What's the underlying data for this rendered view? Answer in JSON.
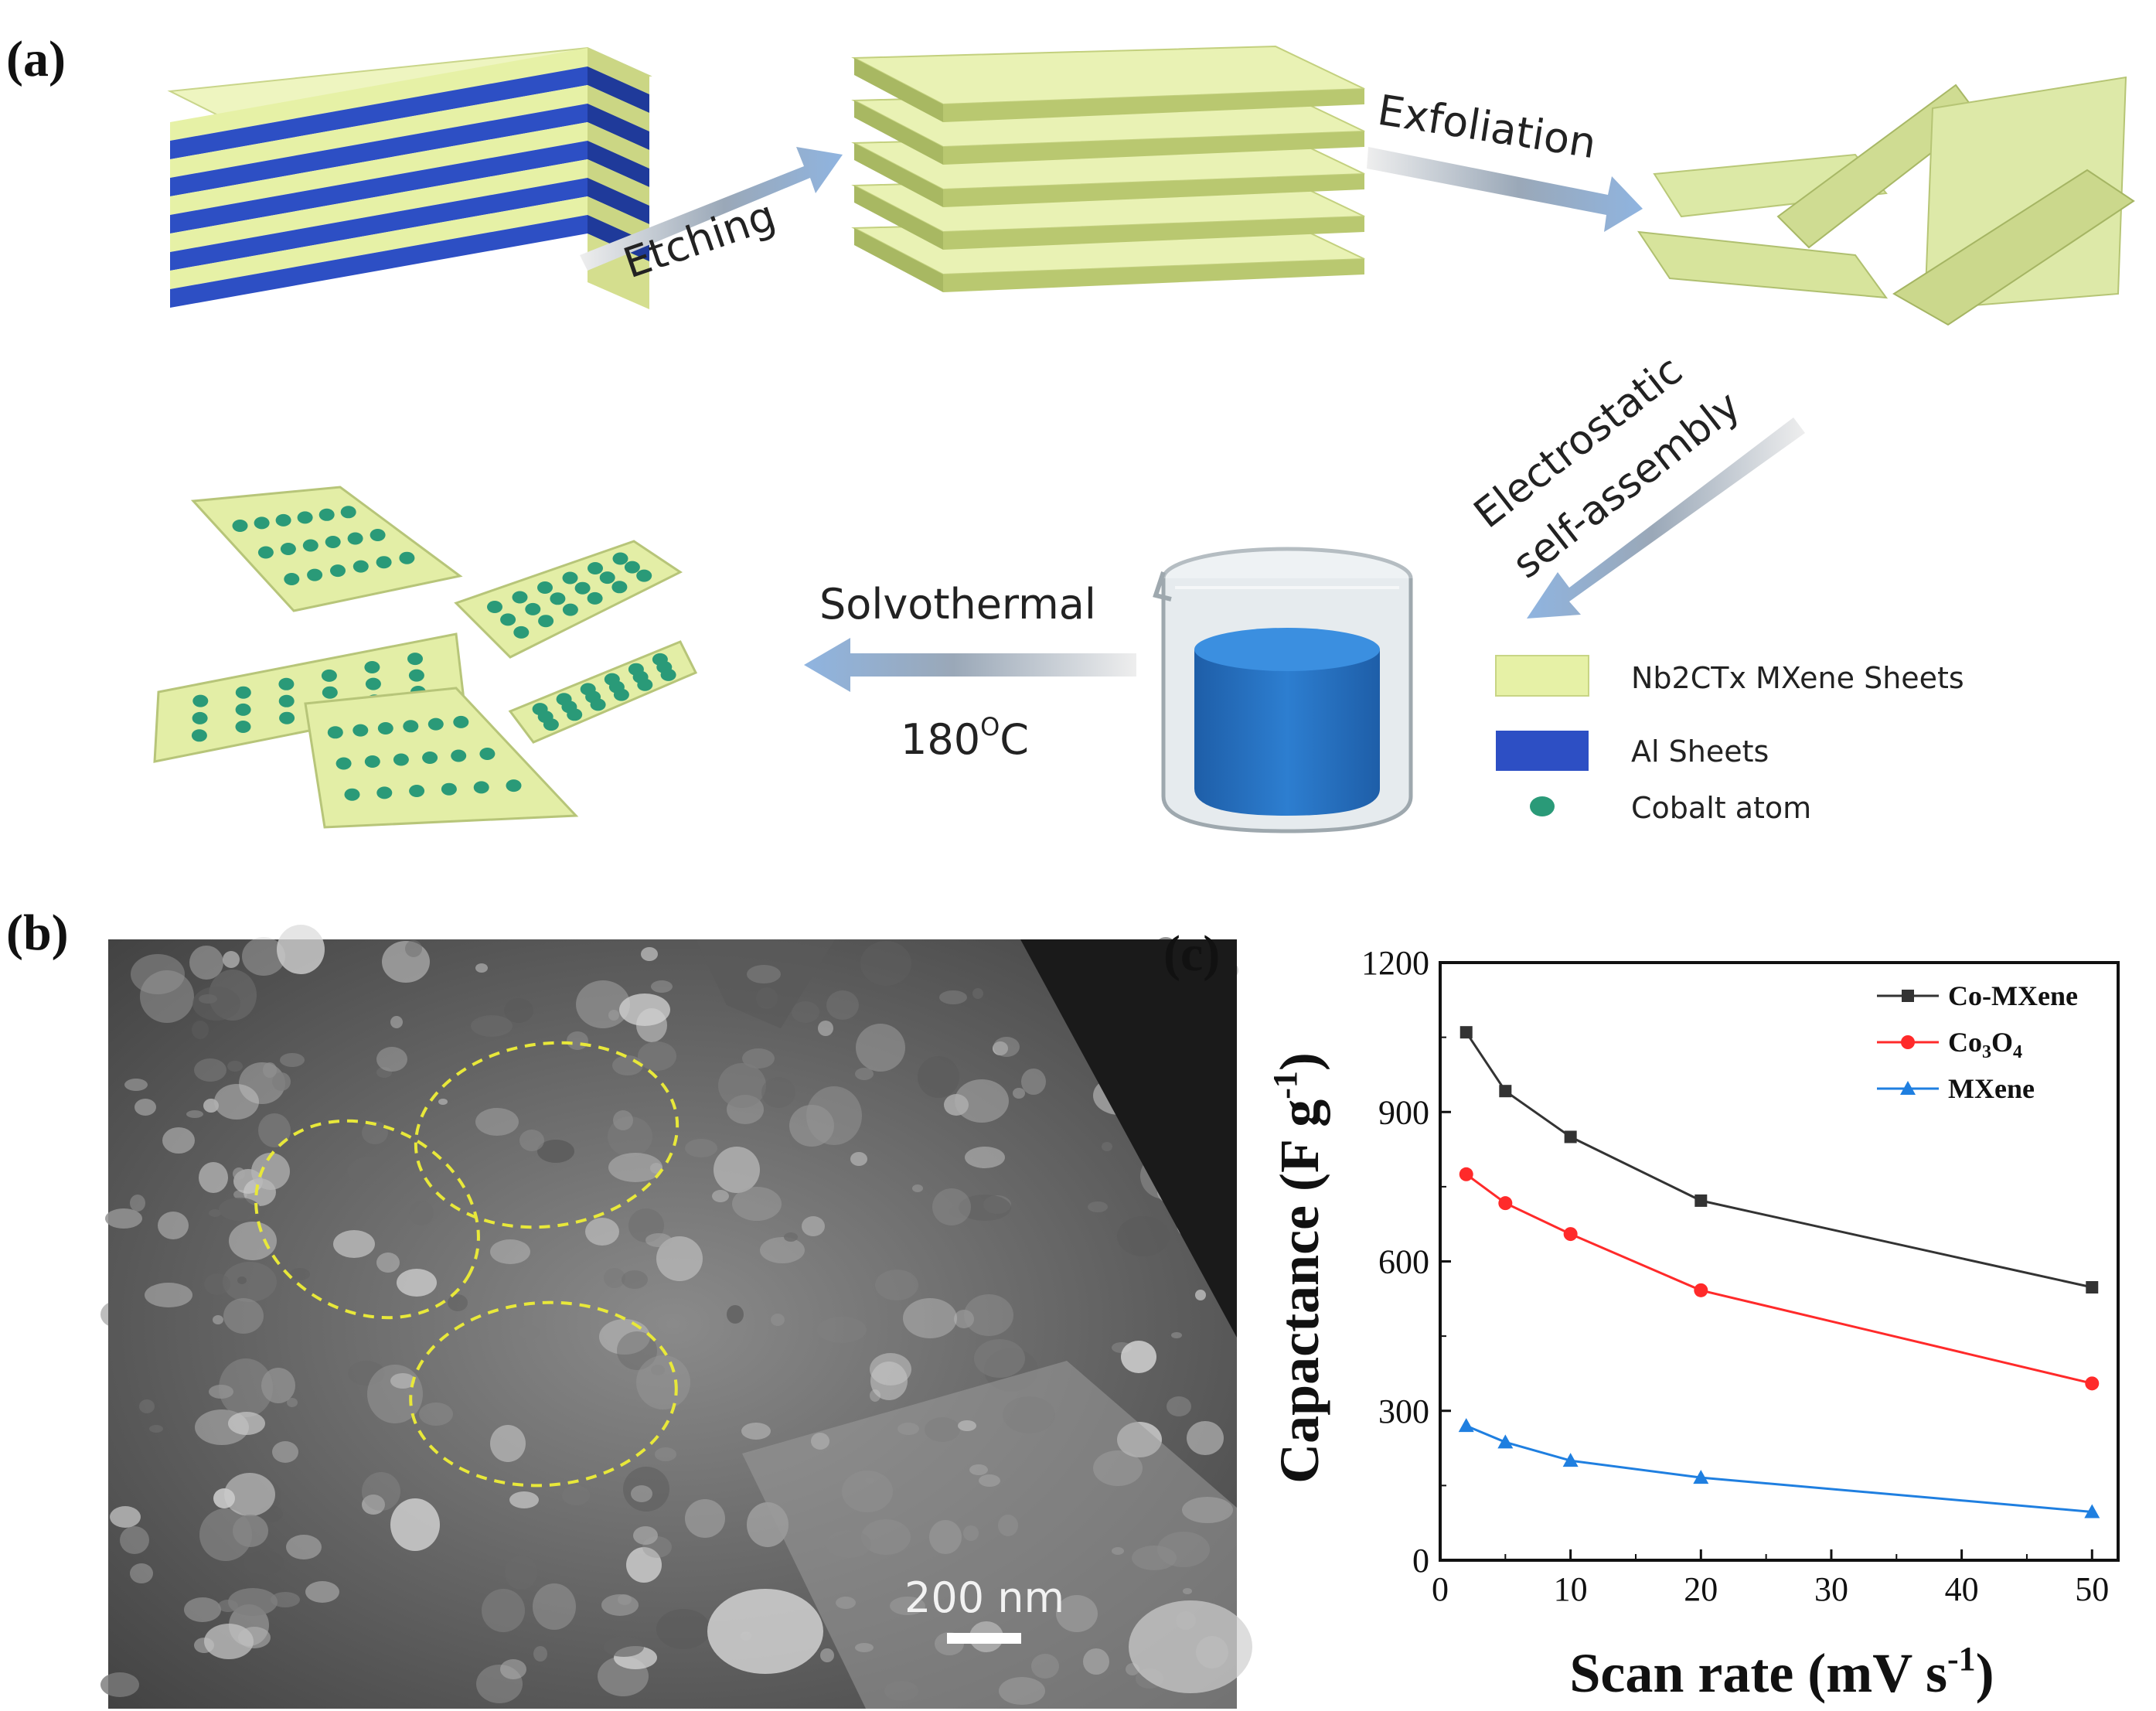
{
  "panel_a": {
    "label": "(a)",
    "steps": {
      "etching": "Etching",
      "exfoliation": "Exfoliation",
      "electrostatic_1": "Electrostatic",
      "electrostatic_2": "self-assembly",
      "solvothermal": "Solvothermal",
      "temperature_value": "180",
      "temperature_sup": "O",
      "temperature_unit": "C"
    },
    "legend": [
      {
        "label": "Nb2CTx MXene Sheets",
        "color": "#e6f1a6"
      },
      {
        "label": "Al Sheets",
        "color": "#2d4fc4"
      },
      {
        "label": "Cobalt atom",
        "color": "#2a9a78"
      }
    ]
  },
  "panel_b": {
    "label": "(b)",
    "scale_bar": "200 nm"
  },
  "panel_c": {
    "label": "(c)",
    "ylabel_main": "Capactance (F g",
    "ylabel_sup": "-1",
    "ylabel_end": ")",
    "xlabel_main": "Scan rate (mV s",
    "xlabel_sup": "-1",
    "xlabel_end": ")"
  },
  "chart_data": {
    "type": "line",
    "xlabel": "Scan rate (mV s-1)",
    "ylabel": "Capactance (F g-1)",
    "xlim": [
      0,
      52
    ],
    "ylim": [
      0,
      1200
    ],
    "xticks": [
      0,
      10,
      20,
      30,
      40,
      50
    ],
    "yticks": [
      0,
      300,
      600,
      900,
      1200
    ],
    "legend_position": "top-right",
    "series": [
      {
        "name": "Co-MXene",
        "color": "#333333",
        "marker": "square",
        "x": [
          2,
          5,
          10,
          20,
          50
        ],
        "y": [
          1060,
          942,
          850,
          722,
          548
        ]
      },
      {
        "name": "Co3O4",
        "color": "#ff2a2a",
        "marker": "circle",
        "x": [
          2,
          5,
          10,
          20,
          50
        ],
        "y": [
          775,
          717,
          655,
          542,
          355
        ]
      },
      {
        "name": "MXene",
        "color": "#1f7fe0",
        "marker": "triangle",
        "x": [
          2,
          5,
          10,
          20,
          50
        ],
        "y": [
          270,
          237,
          200,
          166,
          97
        ]
      }
    ]
  }
}
